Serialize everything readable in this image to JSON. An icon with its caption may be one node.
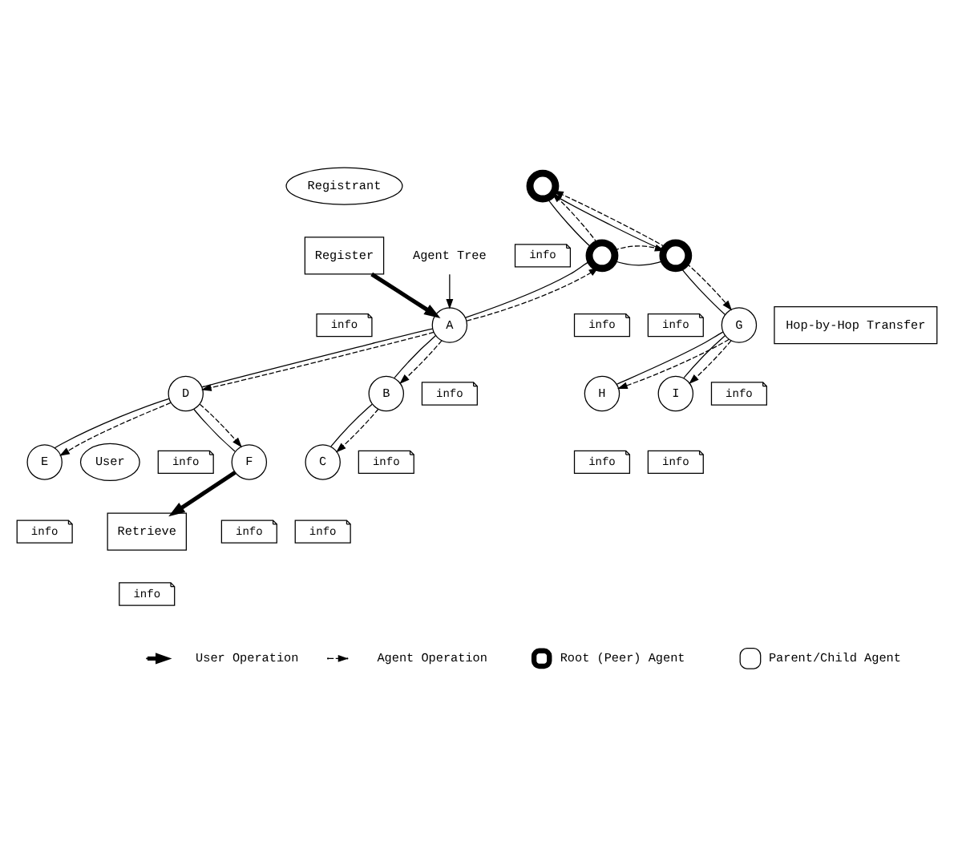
{
  "diagram": {
    "nodes": [
      {
        "text": [
          "Agent Tree"
        ]
      },
      {
        "text": [],
        "shape": "circle"
      },
      {
        "text": [],
        "shape": "circle"
      },
      {
        "text": [],
        "shape": "circle"
      },
      {
        "text": [
          "Registrant"
        ]
      },
      {
        "text": [
          "Register"
        ]
      },
      {
        "text": [
          "A"
        ]
      },
      {
        "text": [
          "Hop-by-Hop Transfer"
        ]
      },
      {
        "text": [
          "G"
        ]
      },
      {
        "text": [
          "B"
        ]
      },
      {
        "text": [
          "D"
        ]
      },
      {
        "text": [
          "H"
        ]
      },
      {
        "text": [
          "I"
        ]
      },
      {
        "text": [
          "C"
        ]
      },
      {
        "text": [
          "E"
        ]
      },
      {
        "text": [
          "F"
        ]
      },
      {
        "text": [
          "Retrieve"
        ]
      },
      {
        "text": [
          "User"
        ]
      },
      {
        "text": [
          "info"
        ]
      },
      {
        "text": [
          "info"
        ]
      },
      {
        "text": [
          "info"
        ]
      },
      {
        "text": [
          "info"
        ]
      },
      {
        "text": [
          "info"
        ]
      },
      {
        "text": [
          "info"
        ]
      },
      {
        "text": [
          "info"
        ]
      },
      {
        "text": [
          "info"
        ]
      },
      {
        "text": [
          "info"
        ]
      },
      {
        "text": [
          "info"
        ]
      },
      {
        "text": [
          "info"
        ]
      },
      {
        "text": [
          "info"
        ]
      },
      {
        "text": [
          "info"
        ]
      },
      {
        "text": [
          "info"
        ]
      }
    ],
    "edges": [
      {
        "from": 0,
        "to": 6,
        "arrow": "to"
      },
      {
        "from": 5,
        "to": 6,
        "arrow": "to",
        "style": "thick"
      },
      {
        "from": 15,
        "to": 16,
        "arrow": "to",
        "style": "thick"
      },
      {
        "from": 1,
        "to": 2,
        "arrow": "none"
      },
      {
        "from": 1,
        "to": 3,
        "arrow": "none"
      },
      {
        "from": 2,
        "to": 3,
        "arrow": "none"
      },
      {
        "from": 2,
        "to": 6,
        "arrow": "none"
      },
      {
        "from": 3,
        "to": 8,
        "arrow": "none"
      },
      {
        "from": 6,
        "to": 9,
        "arrow": "none"
      },
      {
        "from": 6,
        "to": 10,
        "arrow": "none"
      },
      {
        "from": 9,
        "to": 13,
        "arrow": "none"
      },
      {
        "from": 10,
        "to": 14,
        "arrow": "none"
      },
      {
        "from": 10,
        "to": 15,
        "arrow": "none"
      },
      {
        "from": 8,
        "to": 11,
        "arrow": "none"
      },
      {
        "from": 8,
        "to": 12,
        "arrow": "none"
      },
      {
        "from": 6,
        "to": 2,
        "arrow": "to",
        "style": "dashed"
      },
      {
        "from": 2,
        "to": 1,
        "arrow": "to",
        "style": "dashed"
      },
      {
        "from": 2,
        "to": 3,
        "arrow": "to",
        "style": "dashed"
      },
      {
        "from": 3,
        "to": 1,
        "arrow": "to",
        "style": "dashed"
      },
      {
        "from": 3,
        "to": 8,
        "arrow": "to",
        "style": "dashed"
      },
      {
        "from": 6,
        "to": 9,
        "arrow": "to",
        "style": "dashed"
      },
      {
        "from": 6,
        "to": 10,
        "arrow": "to",
        "style": "dashed"
      },
      {
        "from": 9,
        "to": 13,
        "arrow": "to",
        "style": "dashed"
      },
      {
        "from": 10,
        "to": 14,
        "arrow": "to",
        "style": "dashed"
      },
      {
        "from": 10,
        "to": 15,
        "arrow": "to",
        "style": "dashed"
      },
      {
        "from": 8,
        "to": 11,
        "arrow": "to",
        "style": "dashed"
      },
      {
        "from": 8,
        "to": 12,
        "arrow": "to",
        "style": "dashed"
      }
    ],
    "legend": [
      {
        "text": "User Operation"
      },
      {
        "text": "Agent Operation"
      },
      {
        "text": "Root (Peer) Agent"
      },
      {
        "text": "Parent/Child Agent"
      }
    ]
  }
}
